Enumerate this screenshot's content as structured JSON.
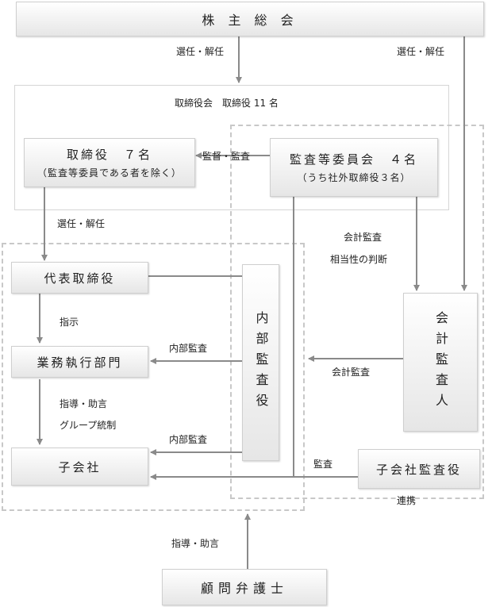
{
  "boxes": {
    "shareholders": "株 主 総 会",
    "directors": "取締役　７名",
    "directors_note": "（監査等委員である者を除く）",
    "audit_committee": "監査等委員会　４名",
    "audit_committee_note": "（うち社外取締役３名）",
    "representative": "代表取締役",
    "business": "業務執行部門",
    "subsidiary": "子会社",
    "internal_audit": "内部監査役",
    "accounting_auditor": "会計監査人",
    "subsidiary_auditor": "子会社監査役",
    "legal_advisor": "顧問弁護士"
  },
  "board": {
    "title": "取締役会　取締役 11 名"
  },
  "labels": {
    "elect_dismiss_1": "選任・解任",
    "elect_dismiss_2": "選任・解任",
    "elect_dismiss_3": "選任・解任",
    "supervise_audit": "監督・監査",
    "accounting_audit_1": "会計監査",
    "appropriateness": "相当性の判断",
    "instruct": "指示",
    "internal_audit_1": "内部監査",
    "accounting_audit_2": "会計監査",
    "guide_advise_1": "指導・助言",
    "group_control": "グループ統制",
    "internal_audit_2": "内部監査",
    "audit": "監査",
    "cooperation": "連携",
    "guide_advise_2": "指導・助言"
  },
  "colors": {
    "line": "#8a8a8a",
    "dash": "#c8c8c8",
    "box_top": "#ffffff",
    "box_bottom": "#e6e6e6"
  }
}
